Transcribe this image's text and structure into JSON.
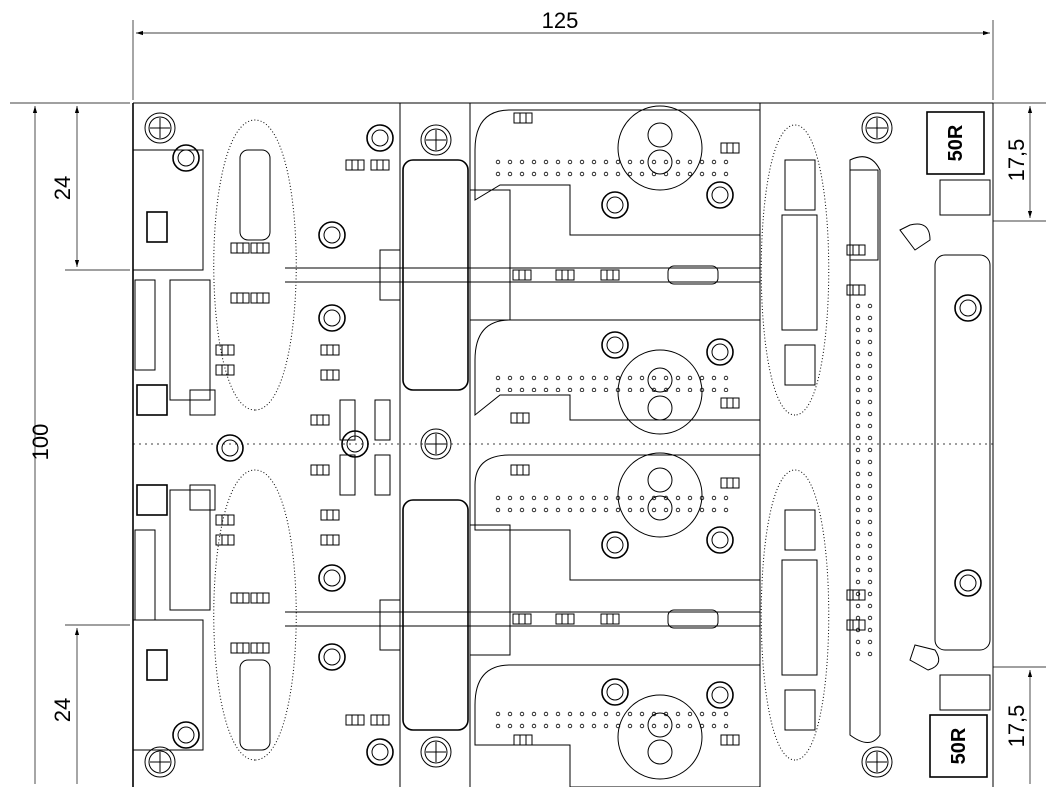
{
  "dimensions": {
    "width_label": "125",
    "height_label": "100",
    "left_top_label": "24",
    "left_bottom_label": "24",
    "right_top_label": "17,5",
    "right_bottom_label": "17,5"
  },
  "labels": {
    "load_top": "50R",
    "load_bottom": "50R"
  }
}
